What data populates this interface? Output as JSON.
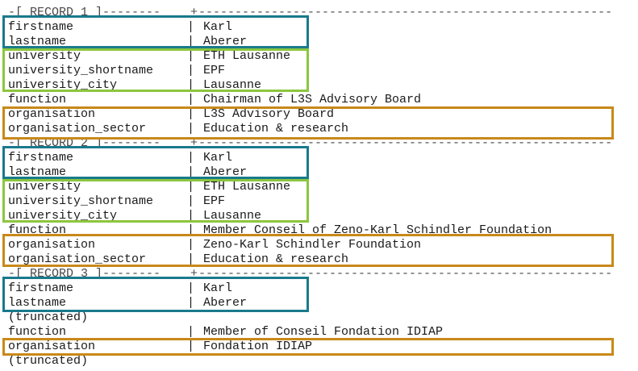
{
  "separator_char": "-",
  "records": [
    {
      "header": "-[ RECORD 1 ]--------",
      "rows": [
        {
          "key": "firstname",
          "value": "Karl"
        },
        {
          "key": "lastname",
          "value": "Aberer"
        },
        {
          "key": "university",
          "value": "ETH Lausanne"
        },
        {
          "key": "university_shortname",
          "value": "EPF"
        },
        {
          "key": "university_city",
          "value": "Lausanne"
        },
        {
          "key": "function",
          "value": "Chairman of L3S Advisory Board"
        },
        {
          "key": "organisation",
          "value": "L3S Advisory Board"
        },
        {
          "key": "organisation_sector",
          "value": "Education & research"
        }
      ]
    },
    {
      "header": "-[ RECORD 2 ]--------",
      "rows": [
        {
          "key": "firstname",
          "value": "Karl"
        },
        {
          "key": "lastname",
          "value": "Aberer"
        },
        {
          "key": "university",
          "value": "ETH Lausanne"
        },
        {
          "key": "university_shortname",
          "value": "EPF"
        },
        {
          "key": "university_city",
          "value": "Lausanne"
        },
        {
          "key": "function",
          "value": "Member Conseil of Zeno-Karl Schindler Foundation"
        },
        {
          "key": "organisation",
          "value": "Zeno-Karl Schindler Foundation"
        },
        {
          "key": "organisation_sector",
          "value": "Education & research"
        }
      ]
    },
    {
      "header": "-[ RECORD 3 ]--------",
      "rows": [
        {
          "key": "firstname",
          "value": "Karl"
        },
        {
          "key": "lastname",
          "value": "Aberer"
        },
        {
          "note": "(truncated)"
        },
        {
          "key": "function",
          "value": "Member of Conseil Fondation IDIAP"
        },
        {
          "key": "organisation",
          "value": "Fondation IDIAP"
        },
        {
          "note": "(truncated)"
        }
      ]
    }
  ],
  "highlight_colors": {
    "person": "#1a7a8c",
    "university": "#8cc63f",
    "organisation": "#c8891a"
  }
}
